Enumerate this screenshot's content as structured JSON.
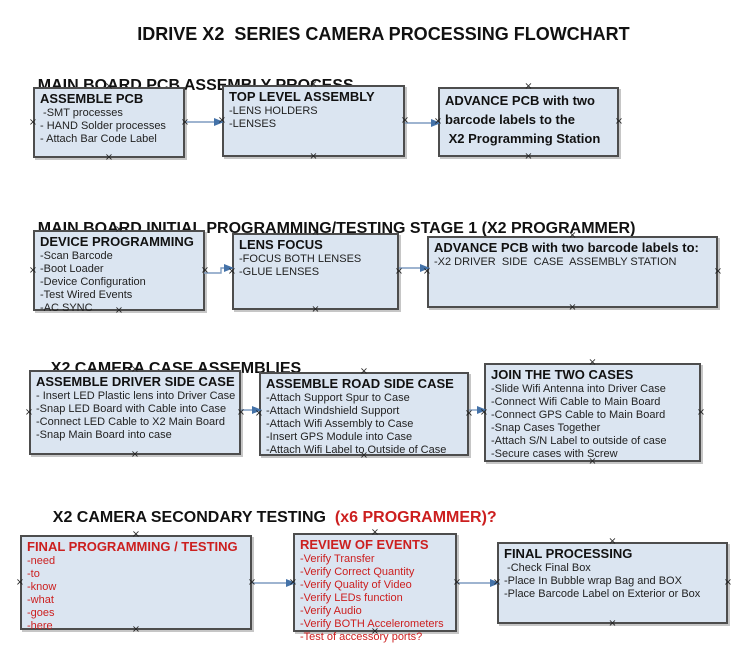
{
  "title": "IDRIVE X2  SERIES CAMERA PROCESSING FLOWCHART",
  "colors": {
    "box_fill": "#dbe5f1",
    "box_border": "#4d4d4d",
    "arrow_line": "#7f9cc0",
    "arrow_head": "#4472a8",
    "red_text": "#cc1f1f",
    "text": "#1a1a1a"
  },
  "sections": [
    {
      "heading": "MAIN BOARD PCB ASSEMBLY PROCESS",
      "heading_suffix": "",
      "boxes": [
        {
          "title": "ASSEMBLE PCB",
          "items": [
            " -SMT processes",
            "- HAND Solder processes",
            "- Attach Bar Code Label"
          ]
        },
        {
          "title": "TOP LEVEL ASSEMBLY",
          "items": [
            "-LENS HOLDERS",
            "-LENSES"
          ]
        },
        {
          "title": "ADVANCE PCB with two",
          "items": [
            "barcode labels to the",
            " X2 Programming Station"
          ]
        }
      ]
    },
    {
      "heading": "MAIN BOARD INITIAL PROGRAMMING/TESTING STAGE 1 (X2 PROGRAMMER)",
      "heading_suffix": "",
      "boxes": [
        {
          "title": "DEVICE PROGRAMMING",
          "items": [
            "-Scan Barcode",
            "-Boot Loader",
            "-Device Configuration",
            "-Test Wired Events",
            "-AC SYNC"
          ]
        },
        {
          "title": "LENS FOCUS",
          "items": [
            "-FOCUS BOTH LENSES",
            "-GLUE LENSES"
          ]
        },
        {
          "title": "ADVANCE PCB with two barcode labels to:",
          "items": [
            "-X2 DRIVER  SIDE  CASE  ASSEMBLY STATION"
          ]
        }
      ]
    },
    {
      "heading": "X2 CAMERA CASE ASSEMBLIES",
      "heading_suffix": "",
      "boxes": [
        {
          "title": "ASSEMBLE DRIVER SIDE CASE",
          "items": [
            "- Insert LED Plastic lens into Driver Case",
            "-Snap LED Board with Cable into Case",
            "-Connect LED Cable to X2 Main Board",
            "-Snap Main Board into case"
          ]
        },
        {
          "title": "ASSEMBLE ROAD SIDE CASE",
          "items": [
            "-Attach Support Spur to Case",
            "-Attach Windshield Support",
            "-Attach Wifi Assembly to Case",
            "-Insert GPS Module into Case",
            "-Attach Wifi Label to Outside of Case"
          ]
        },
        {
          "title": "JOIN THE TWO CASES",
          "items": [
            "-Slide Wifi Antenna into Driver Case",
            "-Connect Wifi Cable to Main Board",
            "-Connect GPS Cable to Main Board",
            "-Snap Cases Together",
            "-Attach S/N Label to outside of case",
            "-Secure cases with Screw"
          ]
        }
      ]
    },
    {
      "heading": "X2 CAMERA SECONDARY TESTING",
      "heading_suffix": "  (x6 PROGRAMMER)?",
      "boxes": [
        {
          "title": "FINAL PROGRAMMING / TESTING",
          "items": [
            "-need",
            "-to",
            "-know",
            "-what",
            "-goes",
            "-here"
          ]
        },
        {
          "title": "REVIEW OF EVENTS",
          "items": [
            "-Verify Transfer",
            "-Verify Correct Quantity",
            "-Verify Quality of Video",
            "-Verify LEDs function",
            "-Verify Audio",
            "-Verify BOTH Accelerometers",
            "-Test of accessory ports?"
          ]
        },
        {
          "title": "FINAL PROCESSING",
          "items": [
            " -Check Final Box",
            "-Place In Bubble wrap Bag and BOX",
            "-Place Barcode Label on Exterior or Box"
          ]
        }
      ]
    }
  ]
}
